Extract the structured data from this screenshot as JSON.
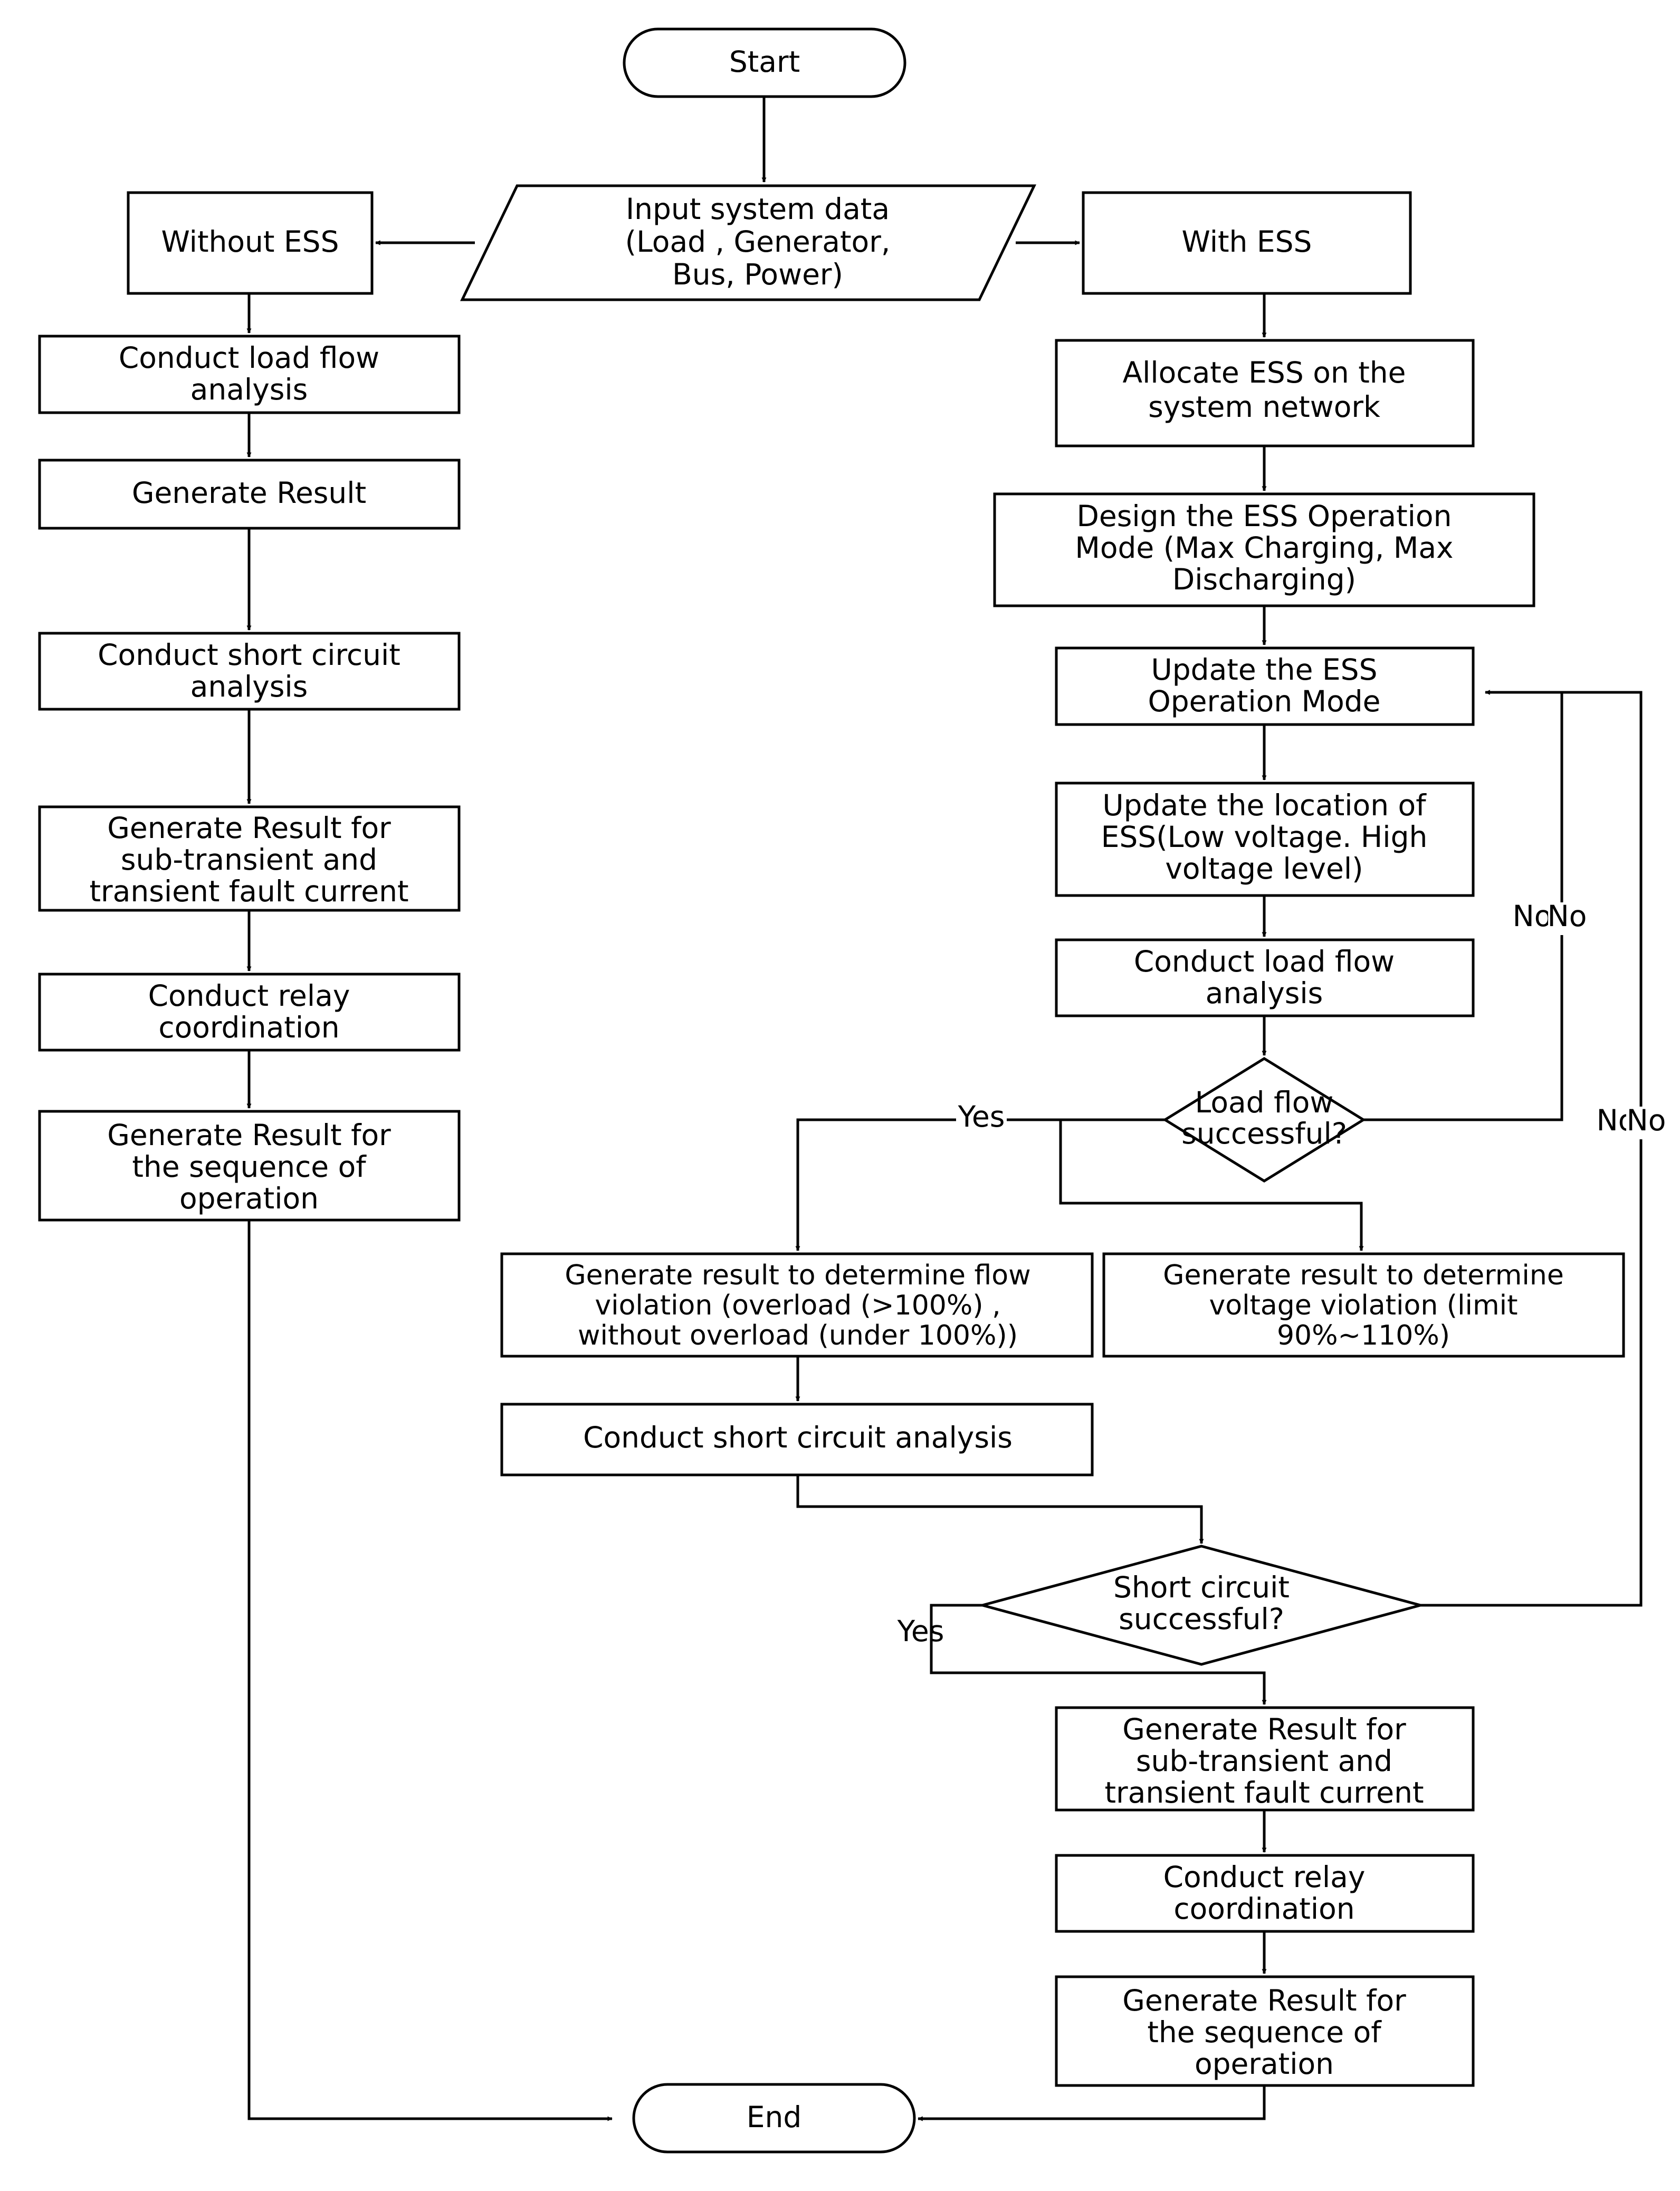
{
  "diagram": {
    "type": "flowchart",
    "title": "ESS power system analysis flowchart",
    "background_color": "#ffffff",
    "line_color": "#000000",
    "text_color": "#000000"
  },
  "nodes": {
    "start": {
      "label": "Start",
      "shape": "terminator"
    },
    "input": {
      "line1": "Input system data",
      "line2": "(Load , Generator,",
      "line3": "Bus, Power)",
      "shape": "parallelogram"
    },
    "without_ess": {
      "label": "Without ESS",
      "shape": "process"
    },
    "with_ess": {
      "label": "With ESS",
      "shape": "process"
    },
    "l1": {
      "line1": "Conduct load flow",
      "line2": "analysis",
      "shape": "process"
    },
    "l2": {
      "line1": "Generate Result",
      "shape": "process"
    },
    "l3": {
      "line1": "Conduct short circuit",
      "line2": "analysis",
      "shape": "process"
    },
    "l4": {
      "line1": "Generate Result for",
      "line2": "sub-transient and",
      "line3": "transient fault current",
      "shape": "process"
    },
    "l5": {
      "line1": "Conduct relay",
      "line2": "coordination",
      "shape": "process"
    },
    "l6": {
      "line1": "Generate Result for",
      "line2": "the sequence of",
      "line3": "operation",
      "shape": "process"
    },
    "r1": {
      "line1": "Allocate ESS on the",
      "line2": "system network",
      "shape": "process"
    },
    "r2": {
      "line1": "Design the ESS Operation",
      "line2": "Mode (Max Charging, Max",
      "line3": "Discharging)",
      "shape": "process"
    },
    "r3": {
      "line1": "Update the ESS",
      "line2": "Operation Mode",
      "shape": "process"
    },
    "r4": {
      "line1": "Update the location of",
      "line2": "ESS(Low voltage. High",
      "line3": "voltage level)",
      "shape": "process"
    },
    "r5": {
      "line1": "Conduct load flow",
      "line2": "analysis",
      "shape": "process"
    },
    "d1": {
      "line1": "Load flow",
      "line2": "successful?",
      "shape": "decision"
    },
    "flow_violation": {
      "line1": "Generate result to determine flow",
      "line2": "violation (overload (>100%) ,",
      "line3": "without overload (under 100%))",
      "shape": "process"
    },
    "voltage_violation": {
      "line1": "Generate result to determine",
      "line2": "voltage violation (limit",
      "line3": "90%~110%)",
      "shape": "process"
    },
    "sc_analysis": {
      "line1": "Conduct short circuit analysis",
      "shape": "process"
    },
    "d2": {
      "line1": "Short circuit",
      "line2": "successful?",
      "shape": "decision"
    },
    "r6": {
      "line1": "Generate Result for",
      "line2": "sub-transient and",
      "line3": "transient fault current",
      "shape": "process"
    },
    "r7": {
      "line1": "Conduct relay",
      "line2": "coordination",
      "shape": "process"
    },
    "r8": {
      "line1": "Generate Result for",
      "line2": "the sequence of",
      "line3": "operation",
      "shape": "process"
    },
    "end": {
      "label": "End",
      "shape": "terminator"
    }
  },
  "edge_labels": {
    "yes_load_flow": "Yes",
    "no_load_flow": "No",
    "yes_short_circuit": "Yes",
    "no_short_circuit": "No"
  }
}
